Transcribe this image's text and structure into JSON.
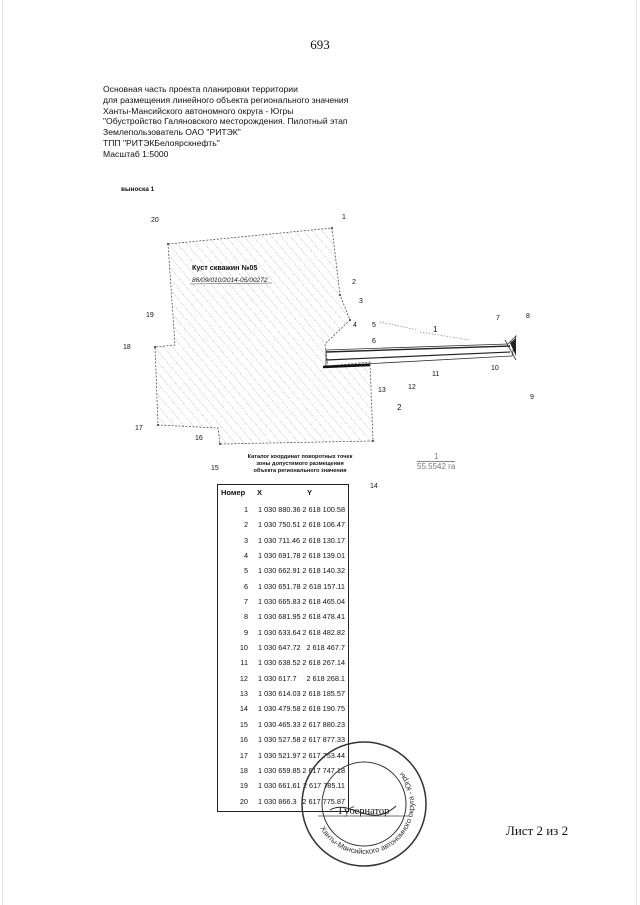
{
  "page_number": "693",
  "header_lines": [
    "Основная часть проекта планировки территории",
    "для размещения линейного объекта регионального значения",
    "Ханты-Мансийского автономного округа - Югры",
    "\"Обустройство Галяновского месторождения. Пилотный этап",
    "Землепользователь ОАО \"РИТЭК\"",
    "ТПП \"РИТЭКБелоярскнефть\"",
    "Масштаб 1:5000"
  ],
  "callout_label": "выноска 1",
  "plan": {
    "pad_name": "Куст скважин №05",
    "cadastral_number": "86/09/010/2014-05/00272",
    "point_labels": [
      "1",
      "2",
      "3",
      "4",
      "5",
      "6",
      "7",
      "8",
      "9",
      "10",
      "11",
      "12",
      "13",
      "14",
      "15",
      "16",
      "17",
      "18",
      "19",
      "20"
    ],
    "pipeline_labels": [
      "1",
      "2"
    ]
  },
  "scale_note": {
    "top": "1",
    "bottom": "55.5542 га"
  },
  "catalog_title_lines": [
    "Каталог координат поворотных точек",
    "зоны допустимого размещения",
    "объекта регионального значения"
  ],
  "table": {
    "headers": [
      "Номер",
      "X",
      "Y"
    ],
    "rows": [
      [
        "1",
        "1 030 880.36",
        "2 618 100.58"
      ],
      [
        "2",
        "1 030 750.51",
        "2 618 106.47"
      ],
      [
        "3",
        "1 030 711.46",
        "2 618 130.17"
      ],
      [
        "4",
        "1 030 691.78",
        "2 618 139.01"
      ],
      [
        "5",
        "1 030 662.91",
        "2 618 140.32"
      ],
      [
        "6",
        "1 030 651.78",
        "2 618 157.11"
      ],
      [
        "7",
        "1 030 665.83",
        "2 618 465.04"
      ],
      [
        "8",
        "1 030 681.95",
        "2 618 478.41"
      ],
      [
        "9",
        "1 030 633.64",
        "2 618 482.82"
      ],
      [
        "10",
        "1 030 647.72",
        "2 618 467.7"
      ],
      [
        "11",
        "1 030 638.52",
        "2 618 267.14"
      ],
      [
        "12",
        "1 030 617.7",
        "2 618 268.1"
      ],
      [
        "13",
        "1 030 614.03",
        "2 618 185.57"
      ],
      [
        "14",
        "1 030 479.58",
        "2 618 190.75"
      ],
      [
        "15",
        "1 030 465.33",
        "2 617 880.23"
      ],
      [
        "16",
        "1 030 527.58",
        "2 617 877.33"
      ],
      [
        "17",
        "1 030 521.97",
        "2 617 753.44"
      ],
      [
        "18",
        "1 030 659.85",
        "2 617 747.18"
      ],
      [
        "19",
        "1 030 661.61",
        "2 617 785.11"
      ],
      [
        "20",
        "1 030 866.3",
        "2 617 775.87"
      ]
    ]
  },
  "stamp": {
    "center_text": "Губернатор",
    "ring_text": "Ханты-Мансийского автономного округа - Югры"
  },
  "sheet_label": "Лист 2 из 2"
}
